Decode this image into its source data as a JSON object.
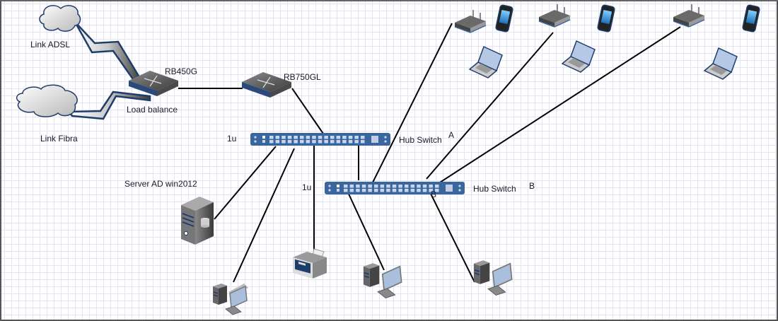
{
  "diagram": {
    "title": "Network topology",
    "labels": {
      "link_adsl": "Link ADSL",
      "link_fibra": "Link  Fibra",
      "rb450g": "RB450G",
      "load_balance": "Load balance",
      "rb750gl": "RB750GL",
      "switch_a_u": "1u",
      "switch_a_name": "Hub Switch",
      "switch_a_letter": "A",
      "switch_b_u": "1u",
      "switch_b_name": "Hub Switch",
      "switch_b_letter": "B",
      "switch_b_port_letter": "B",
      "server": "Server  AD  win2012"
    },
    "nodes": [
      {
        "id": "cloud-adsl",
        "type": "cloud",
        "label": "Link ADSL"
      },
      {
        "id": "cloud-fibra",
        "type": "cloud",
        "label": "Link  Fibra"
      },
      {
        "id": "router-rb450g",
        "type": "router",
        "label": "RB450G"
      },
      {
        "id": "router-rb750gl",
        "type": "router",
        "label": "RB750GL"
      },
      {
        "id": "switch-a",
        "type": "switch",
        "label": "Hub Switch A"
      },
      {
        "id": "switch-b",
        "type": "switch",
        "label": "Hub Switch B"
      },
      {
        "id": "server-ad",
        "type": "server",
        "label": "Server  AD  win2012"
      },
      {
        "id": "printer",
        "type": "printer"
      },
      {
        "id": "workstation-1",
        "type": "workstation"
      },
      {
        "id": "workstation-2",
        "type": "workstation"
      },
      {
        "id": "workstation-3",
        "type": "workstation"
      },
      {
        "id": "wifi-ap-1",
        "type": "wireless-router"
      },
      {
        "id": "wifi-ap-2",
        "type": "wireless-router"
      },
      {
        "id": "wifi-ap-3",
        "type": "wireless-router"
      },
      {
        "id": "phone-1",
        "type": "smartphone"
      },
      {
        "id": "phone-2",
        "type": "smartphone"
      },
      {
        "id": "phone-3",
        "type": "smartphone"
      },
      {
        "id": "laptop-1",
        "type": "laptop"
      },
      {
        "id": "laptop-2",
        "type": "laptop"
      },
      {
        "id": "laptop-3",
        "type": "laptop"
      }
    ],
    "edges": [
      {
        "from": "cloud-adsl",
        "to": "router-rb450g",
        "style": "wan-bolt"
      },
      {
        "from": "cloud-fibra",
        "to": "router-rb450g",
        "style": "wan-bolt"
      },
      {
        "from": "router-rb450g",
        "to": "router-rb750gl"
      },
      {
        "from": "router-rb750gl",
        "to": "switch-a"
      },
      {
        "from": "switch-a",
        "to": "server-ad"
      },
      {
        "from": "switch-a",
        "to": "workstation-1"
      },
      {
        "from": "switch-a",
        "to": "printer"
      },
      {
        "from": "switch-a",
        "to": "switch-b"
      },
      {
        "from": "switch-b",
        "to": "wifi-ap-1"
      },
      {
        "from": "switch-b",
        "to": "wifi-ap-2"
      },
      {
        "from": "switch-b",
        "to": "wifi-ap-3"
      },
      {
        "from": "switch-b",
        "to": "workstation-2"
      },
      {
        "from": "switch-b",
        "to": "workstation-3"
      }
    ]
  }
}
